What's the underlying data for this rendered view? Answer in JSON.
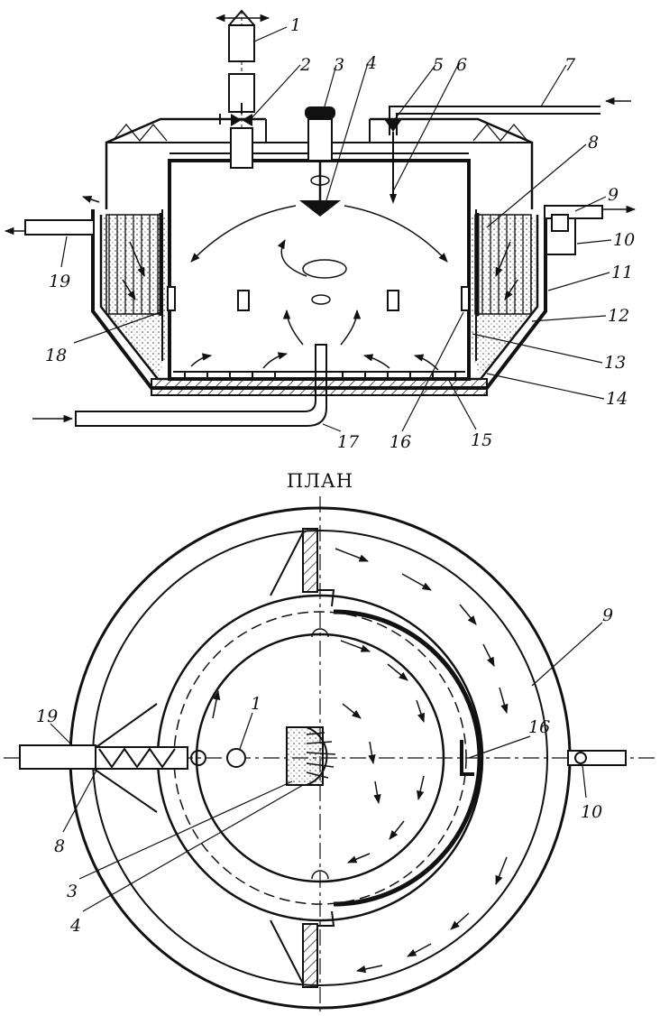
{
  "plan_title": "ПЛАН",
  "callouts": [
    "1",
    "2",
    "3",
    "4",
    "5",
    "6",
    "7",
    "8",
    "9",
    "10",
    "11",
    "12",
    "13",
    "14",
    "15",
    "16",
    "17",
    "18",
    "19"
  ],
  "plan_callouts": [
    "19",
    "1",
    "9",
    "16",
    "8",
    "10",
    "3",
    "4"
  ],
  "colors": {
    "ink": "#111111",
    "paper": "#ffffff"
  }
}
